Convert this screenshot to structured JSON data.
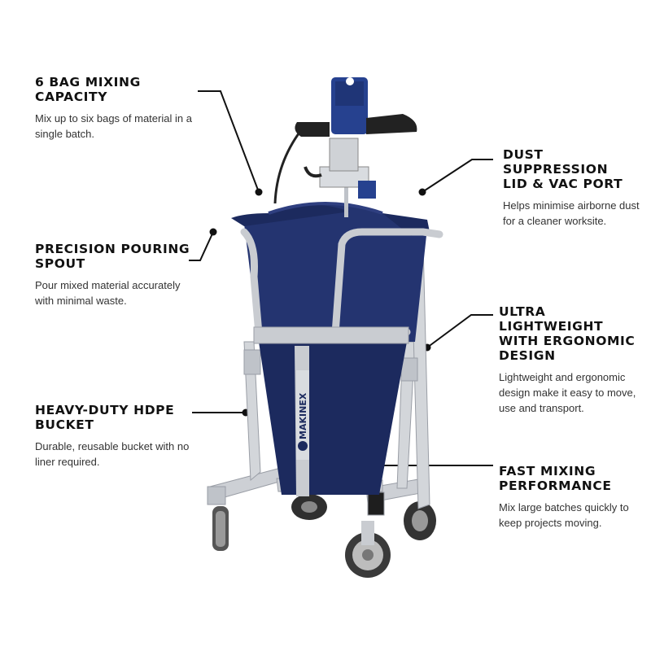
{
  "brand": {
    "logo_text": "MAKINEX",
    "colors": {
      "navy": "#1c2a5e",
      "motor_blue": "#26418f",
      "steel": "#c9ccd1",
      "text": "#111111"
    }
  },
  "features": [
    {
      "id": "mixing-capacity",
      "title_lines": [
        "6 BAG MIXING",
        "CAPACITY"
      ],
      "description": "Mix up to six bags of material in a single batch."
    },
    {
      "id": "pouring-spout",
      "title_lines": [
        "PRECISION POURING",
        "SPOUT"
      ],
      "description": "Pour mixed material accurately with minimal waste."
    },
    {
      "id": "hdpe-bucket",
      "title_lines": [
        "HEAVY-DUTY HDPE",
        "BUCKET"
      ],
      "description": "Durable, reusable bucket with no liner required."
    },
    {
      "id": "dust-suppression",
      "title_lines": [
        "DUST SUPPRESSION",
        "LID & VAC PORT"
      ],
      "description": "Helps minimise airborne dust for a cleaner worksite."
    },
    {
      "id": "lightweight",
      "title_lines": [
        "ULTRA LIGHTWEIGHT",
        "WITH ERGONOMIC",
        "DESIGN"
      ],
      "description": "Lightweight and ergonomic design make it easy to move, use and transport."
    },
    {
      "id": "fast-mixing",
      "title_lines": [
        "FAST MIXING",
        "PERFORMANCE"
      ],
      "description": "Mix large batches quickly to keep projects moving."
    }
  ]
}
